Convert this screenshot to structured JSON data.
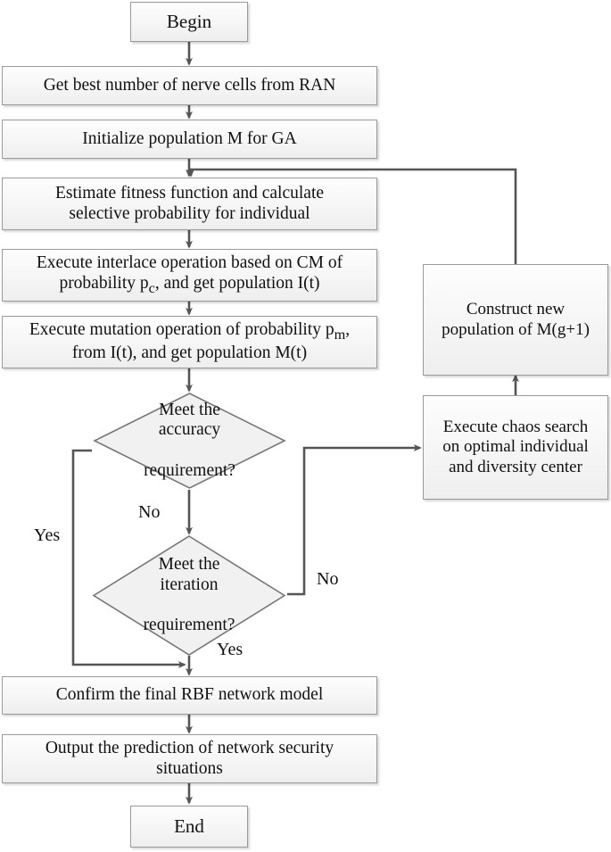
{
  "diagram": {
    "title": "GA-RBF network security situation prediction flowchart",
    "style": {
      "node_fill_top": "#fdfdfd",
      "node_fill_bottom": "#eeeeee",
      "node_border": "#9a9a9a",
      "connector": "#555555",
      "text": "#111111",
      "background": "#ffffff"
    },
    "nodes": [
      {
        "id": "begin",
        "shape": "terminator",
        "label": "Begin"
      },
      {
        "id": "ran",
        "shape": "process",
        "label": "Get best number of nerve cells from RAN"
      },
      {
        "id": "init",
        "shape": "process",
        "label": "Initialize population M for GA"
      },
      {
        "id": "fitness",
        "shape": "process",
        "line1": "Estimate fitness function and calculate",
        "line2": "selective probability for individual"
      },
      {
        "id": "interlace",
        "shape": "process",
        "line1": "Execute interlace operation based on CM of",
        "line2_pre": "probability p",
        "line2_sub": "c",
        "line2_post": ", and get population I(t)"
      },
      {
        "id": "mutation",
        "shape": "process",
        "line1_pre": "Execute mutation operation of probability p",
        "line1_sub": "m",
        "line1_post": ",",
        "line2": "from I(t), and get population M(t)"
      },
      {
        "id": "accuracy",
        "shape": "decision",
        "line1": "Meet the accuracy",
        "line2": "requirement?"
      },
      {
        "id": "iteration",
        "shape": "decision",
        "line1": "Meet the iteration",
        "line2": "requirement?"
      },
      {
        "id": "chaos",
        "shape": "process",
        "line1": "Execute chaos search",
        "line2": "on optimal individual",
        "line3": "and diversity center"
      },
      {
        "id": "construct",
        "shape": "process",
        "line1": "Construct new",
        "line2": "population of M(g+1)"
      },
      {
        "id": "confirm",
        "shape": "process",
        "label": "Confirm the final RBF network model"
      },
      {
        "id": "output",
        "shape": "process",
        "line1": "Output the prediction of network security",
        "line2": "situations"
      },
      {
        "id": "end",
        "shape": "terminator",
        "label": "End"
      }
    ],
    "edge_labels": {
      "accuracy_no": "No",
      "accuracy_yes": "Yes",
      "iteration_no": "No",
      "iteration_yes": "Yes"
    },
    "edges": [
      {
        "from": "begin",
        "to": "ran"
      },
      {
        "from": "ran",
        "to": "init"
      },
      {
        "from": "init",
        "to": "fitness"
      },
      {
        "from": "fitness",
        "to": "interlace"
      },
      {
        "from": "interlace",
        "to": "mutation"
      },
      {
        "from": "mutation",
        "to": "accuracy"
      },
      {
        "from": "accuracy",
        "to": "iteration",
        "label": "No"
      },
      {
        "from": "accuracy",
        "to": "confirm",
        "label": "Yes"
      },
      {
        "from": "iteration",
        "to": "chaos",
        "label": "No"
      },
      {
        "from": "iteration",
        "to": "confirm",
        "label": "Yes"
      },
      {
        "from": "chaos",
        "to": "construct"
      },
      {
        "from": "construct",
        "to": "fitness"
      },
      {
        "from": "confirm",
        "to": "output"
      },
      {
        "from": "output",
        "to": "end"
      }
    ]
  }
}
